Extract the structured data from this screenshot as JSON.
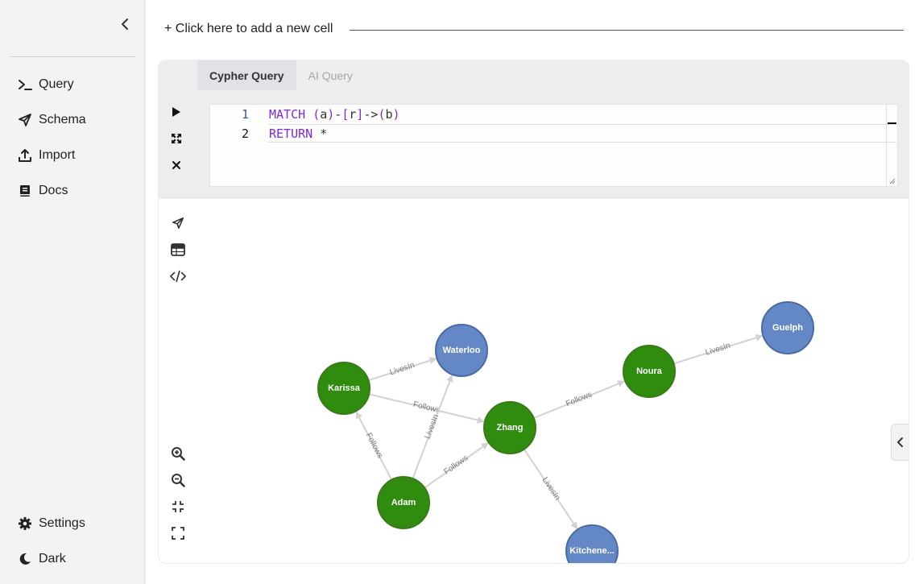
{
  "sidebar": {
    "items": [
      {
        "label": "Query",
        "icon": "terminal-icon"
      },
      {
        "label": "Schema",
        "icon": "send-icon"
      },
      {
        "label": "Import",
        "icon": "upload-icon"
      },
      {
        "label": "Docs",
        "icon": "book-icon"
      }
    ],
    "bottom": [
      {
        "label": "Settings",
        "icon": "gear-icon"
      },
      {
        "label": "Dark",
        "icon": "moon-icon"
      }
    ]
  },
  "main": {
    "add_cell_label": "+ Click here to add a new cell",
    "tabs": [
      {
        "label": "Cypher Query",
        "active": true
      },
      {
        "label": "AI Query",
        "active": false
      }
    ],
    "editor": {
      "lines": [
        {
          "number": "1",
          "tokens": [
            "MATCH",
            " ",
            "(",
            "a",
            ")",
            "-",
            "[",
            "r",
            "]",
            "->",
            "(",
            "b",
            ")"
          ]
        },
        {
          "number": "2",
          "tokens": [
            "RETURN",
            " ",
            "*"
          ]
        }
      ]
    }
  },
  "graph": {
    "colors": {
      "person": "#2f8c0f",
      "city": "#6488c6",
      "person_border": "#3b7a19",
      "city_border": "#4a6aa8",
      "edge": "#d2d2d2"
    },
    "nodes": [
      {
        "id": "Karissa",
        "label": "Karissa",
        "kind": "person"
      },
      {
        "id": "Waterloo",
        "label": "Waterloo",
        "kind": "city"
      },
      {
        "id": "Zhang",
        "label": "Zhang",
        "kind": "person"
      },
      {
        "id": "Noura",
        "label": "Noura",
        "kind": "person"
      },
      {
        "id": "Guelph",
        "label": "Guelph",
        "kind": "city"
      },
      {
        "id": "Adam",
        "label": "Adam",
        "kind": "person"
      },
      {
        "id": "Kitchener",
        "label": "Kitchene...",
        "kind": "city"
      }
    ],
    "edges": [
      {
        "from": "Karissa",
        "to": "Waterloo",
        "label": "LivesIn"
      },
      {
        "from": "Karissa",
        "to": "Zhang",
        "label": "Follows"
      },
      {
        "from": "Adam",
        "to": "Karissa",
        "label": "Follows"
      },
      {
        "from": "Adam",
        "to": "Waterloo",
        "label": "LivesIn"
      },
      {
        "from": "Adam",
        "to": "Zhang",
        "label": "Follows"
      },
      {
        "from": "Zhang",
        "to": "Noura",
        "label": "Follows"
      },
      {
        "from": "Noura",
        "to": "Guelph",
        "label": "LivesIn"
      },
      {
        "from": "Zhang",
        "to": "Kitchener",
        "label": "LivesIn"
      }
    ]
  }
}
